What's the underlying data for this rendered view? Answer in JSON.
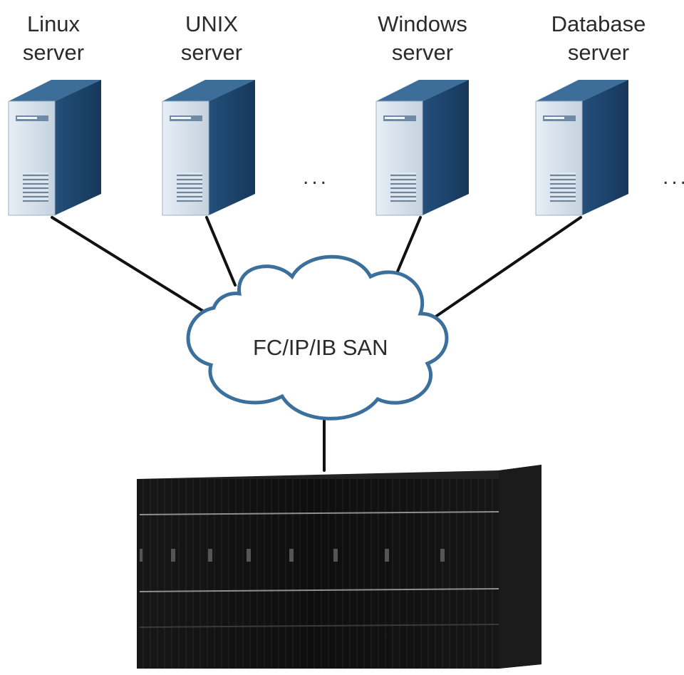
{
  "servers": [
    {
      "line1": "Linux",
      "line2": "server"
    },
    {
      "line1": "UNIX",
      "line2": "server"
    },
    {
      "line1": "Windows",
      "line2": "server"
    },
    {
      "line1": "Database",
      "line2": "server"
    }
  ],
  "ellipsis": "...",
  "network": {
    "label": "FC/IP/IB SAN"
  },
  "colors": {
    "server_front": "#d3dde8",
    "server_side": "#1f4a73",
    "server_top": "#3d6d99",
    "cloud_fill": "#ffffff",
    "cloud_stroke": "#3b6f9c",
    "storage_body": "#141414",
    "link_line": "#111111"
  },
  "icons": {
    "server": "server-tower-icon",
    "cloud": "cloud-icon",
    "storage": "storage-array-icon"
  }
}
